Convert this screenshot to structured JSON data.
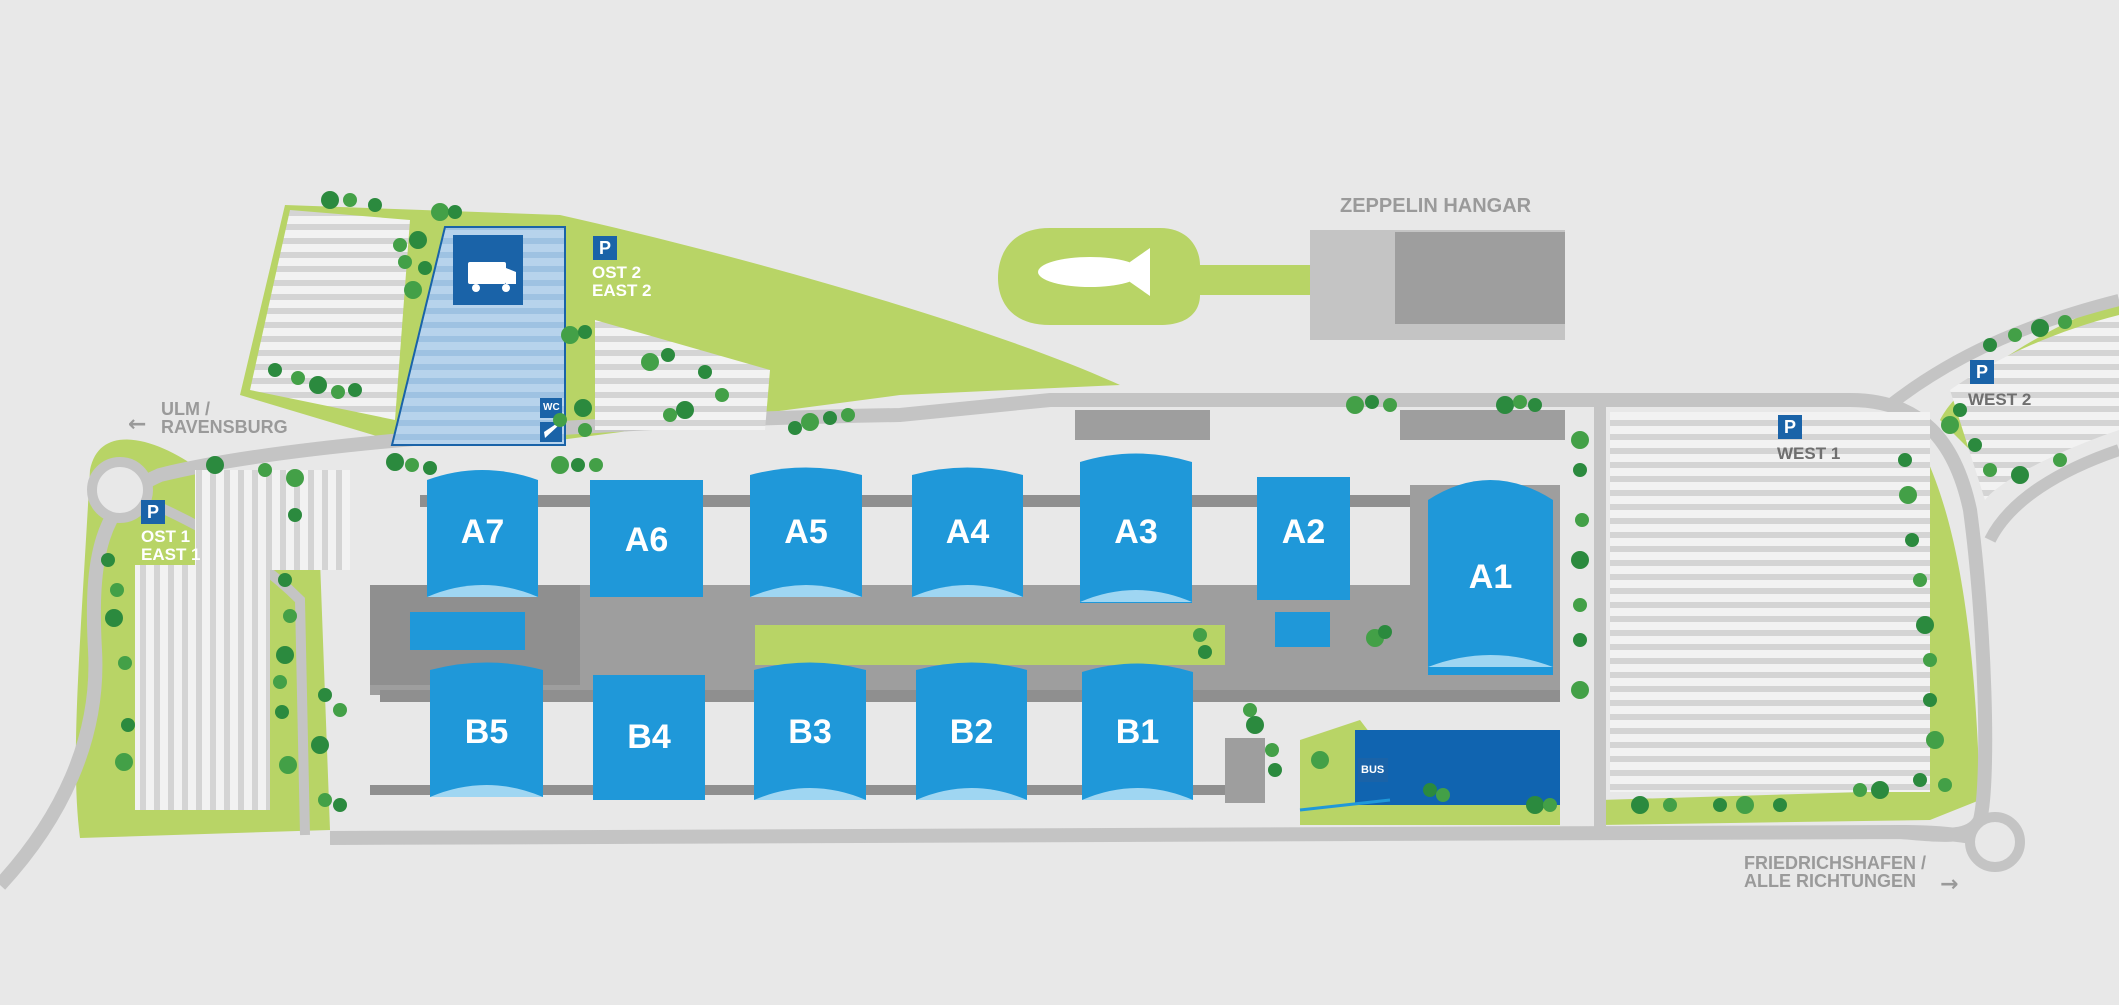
{
  "map": {
    "halls_a": [
      "A7",
      "A6",
      "A5",
      "A4",
      "A3",
      "A2",
      "A1"
    ],
    "halls_b": [
      "B5",
      "B4",
      "B3",
      "B2",
      "B1"
    ],
    "zeppelin_hangar": "ZEPPELIN HANGAR",
    "parking": {
      "east2": {
        "sign": "P",
        "line1": "OST 2",
        "line2": "EAST 2"
      },
      "east1": {
        "sign": "P",
        "line1": "OST 1",
        "line2": "EAST 1"
      },
      "west1": {
        "sign": "P",
        "line1": "WEST 1"
      },
      "west2": {
        "sign": "P",
        "line1": "WEST 2"
      }
    },
    "directions": {
      "ulm": {
        "line1": "ULM /",
        "line2": "RAVENSBURG"
      },
      "friedrichshafen": {
        "line1": "FRIEDRICHSHAFEN /",
        "line2": "ALLE RICHTUNGEN"
      }
    },
    "facilities": {
      "wc": "WC",
      "bus": "BUS"
    },
    "icons": [
      "camper-van-icon",
      "airship-icon",
      "wc-icon",
      "airport-icon",
      "bus-icon",
      "tree-icon",
      "arrow-left-icon",
      "arrow-right-icon"
    ],
    "colors": {
      "background": "#e8e8e8",
      "road": "#c4c4c4",
      "green": "#b8d466",
      "hall_blue": "#1f98d9",
      "hall_light": "#9fd6f2",
      "sign_blue": "#1a63a8",
      "building_grey": "#9e9e9e",
      "water": "#1064b0",
      "tree_dark": "#2b8a3e",
      "tree_light": "#43a047"
    }
  }
}
